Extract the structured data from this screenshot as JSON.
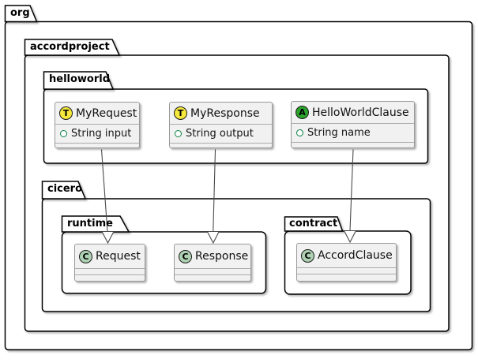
{
  "diagram": {
    "type": "uml-package-class-diagram",
    "packages": [
      {
        "label": "org"
      },
      {
        "label": "accordproject"
      },
      {
        "label": "helloworld"
      },
      {
        "label": "cicero"
      },
      {
        "label": "runtime"
      },
      {
        "label": "contract"
      }
    ],
    "classes": [
      {
        "name": "MyRequest",
        "spot": "T",
        "spot_color": "#F5E73C",
        "attributes": [
          "String input"
        ]
      },
      {
        "name": "MyResponse",
        "spot": "T",
        "spot_color": "#F5E73C",
        "attributes": [
          "String output"
        ]
      },
      {
        "name": "HelloWorldClause",
        "spot": "A",
        "spot_color": "#2BA32B",
        "attributes": [
          "String name"
        ]
      },
      {
        "name": "Request",
        "spot": "C",
        "spot_color": "#ADD1B2",
        "attributes": []
      },
      {
        "name": "Response",
        "spot": "C",
        "spot_color": "#ADD1B2",
        "attributes": []
      },
      {
        "name": "AccordClause",
        "spot": "C",
        "spot_color": "#ADD1B2",
        "attributes": []
      }
    ],
    "relations": [
      {
        "from": "MyRequest",
        "to": "Request",
        "type": "generalization"
      },
      {
        "from": "MyResponse",
        "to": "Response",
        "type": "generalization"
      },
      {
        "from": "HelloWorldClause",
        "to": "AccordClause",
        "type": "generalization"
      }
    ]
  },
  "colors": {
    "spot_transaction": "#F5E73C",
    "spot_asset": "#2BA32B",
    "spot_class": "#ADD1B2",
    "class_fill": "#F1F1F1",
    "class_border": "#9A9A9A",
    "package_border": "#000000",
    "field_icon": "#0B8043",
    "background": "#FFFFFF"
  }
}
